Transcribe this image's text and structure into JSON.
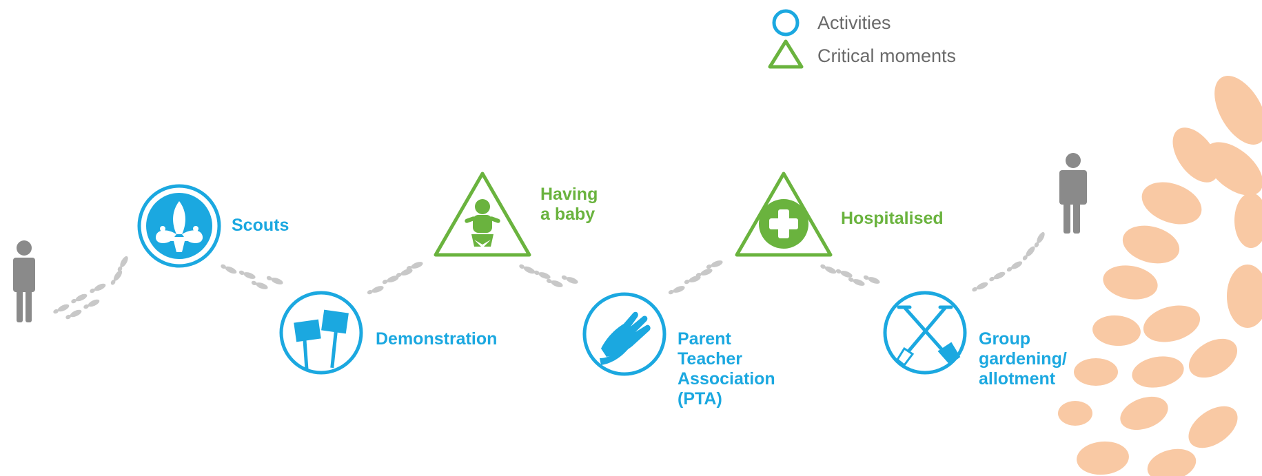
{
  "legend": {
    "activities_label": "Activities",
    "critical_label": "Critical moments"
  },
  "colors": {
    "activity_blue": "#1ba8e0",
    "critical_green": "#6ab33e",
    "figure_grey": "#8a8a8a",
    "footprint_grey": "#c8c8c8",
    "decor_orange": "#f9c9a4"
  },
  "nodes": [
    {
      "kind": "activity",
      "icon": "fleur-de-lis-icon",
      "label_lines": [
        "Scouts"
      ]
    },
    {
      "kind": "activity",
      "icon": "placards-icon",
      "label_lines": [
        "Demonstration"
      ]
    },
    {
      "kind": "critical",
      "icon": "baby-icon",
      "label_lines": [
        "Having",
        "a baby"
      ]
    },
    {
      "kind": "activity",
      "icon": "helping-hands-icon",
      "label_lines": [
        "Parent",
        "Teacher",
        "Association",
        "(PTA)"
      ]
    },
    {
      "kind": "critical",
      "icon": "medical-cross-icon",
      "label_lines": [
        "Hospitalised"
      ]
    },
    {
      "kind": "activity",
      "icon": "garden-tools-icon",
      "label_lines": [
        "Group",
        "gardening/",
        "allotment"
      ]
    }
  ]
}
